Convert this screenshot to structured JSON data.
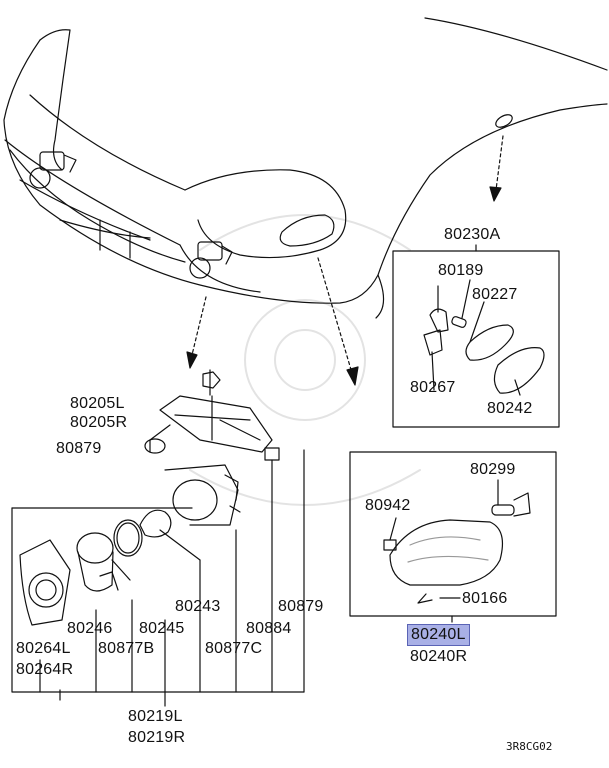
{
  "parts": {
    "p80230A": "80230A",
    "p80189": "80189",
    "p80227": "80227",
    "p80267": "80267",
    "p80242": "80242",
    "p80205L": "80205L",
    "p80205R": "80205R",
    "p80879a": "80879",
    "p80299": "80299",
    "p80942": "80942",
    "p80166": "80166",
    "p80240L": "80240L",
    "p80240R": "80240R",
    "p80243": "80243",
    "p80879b": "80879",
    "p80264L": "80264L",
    "p80264R": "80264R",
    "p80246": "80246",
    "p80245": "80245",
    "p80884": "80884",
    "p80877B": "80877B",
    "p80877C": "80877C",
    "p80219L": "80219L",
    "p80219R": "80219R"
  },
  "diagram_code": "3R8CG02",
  "highlight_color": "#a9b0e6"
}
